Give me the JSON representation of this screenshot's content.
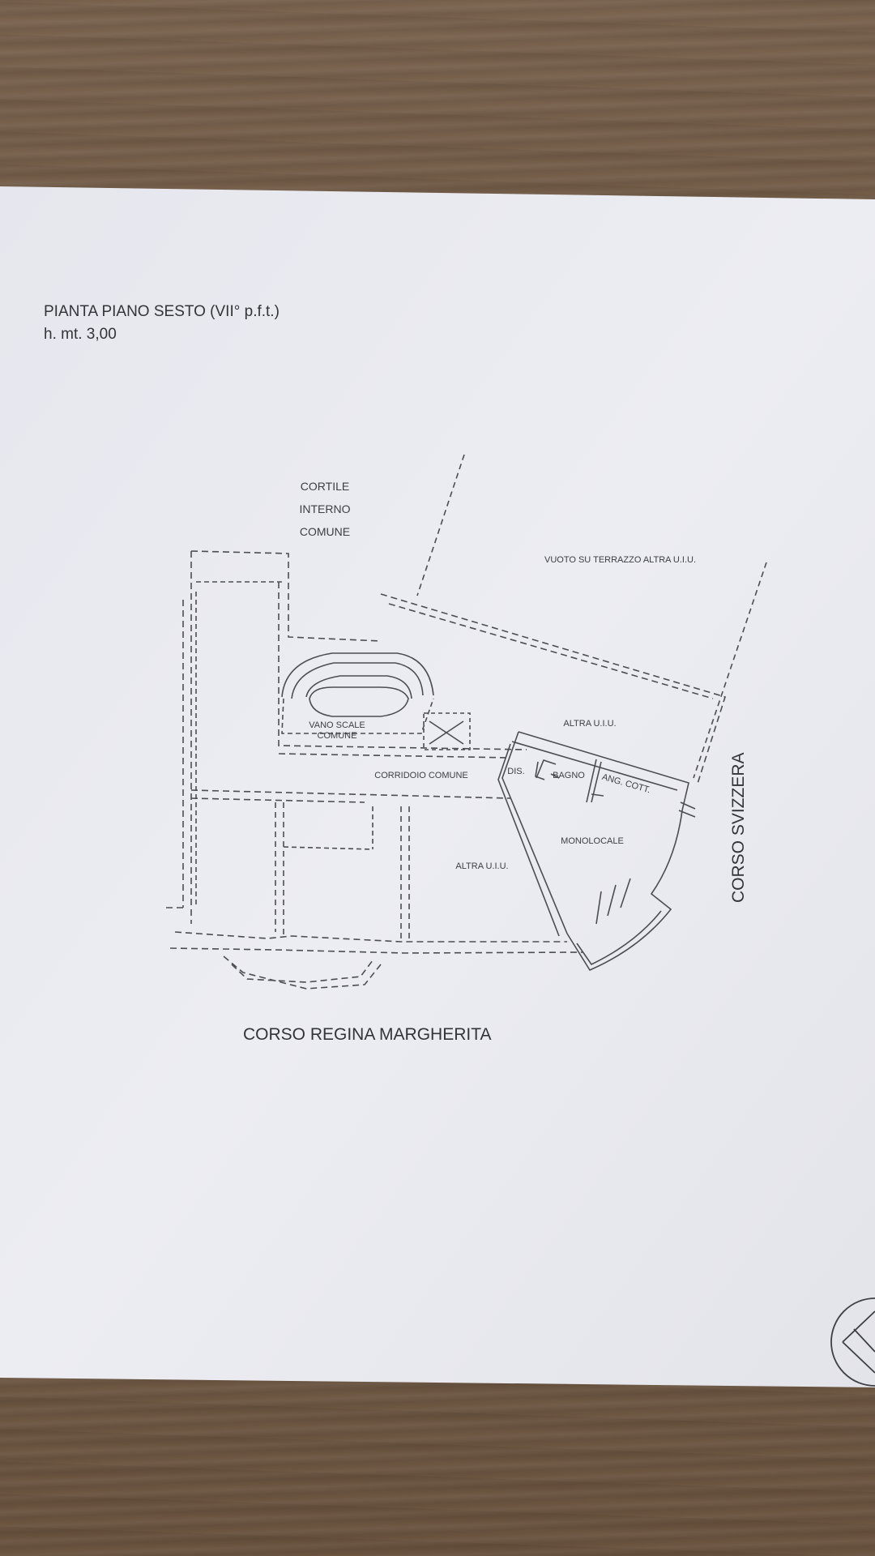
{
  "plan": {
    "title": "PIANTA PIANO SESTO (VII° p.f.t.)",
    "height": "h. mt. 3,00",
    "courtyard": [
      "CORTILE",
      "INTERNO",
      "COMUNE"
    ],
    "terrace": "VUOTO SU TERRAZZO ALTRA U.I.U.",
    "stairs": [
      "VANO SCALE",
      "COMUNE"
    ],
    "corridor": "CORRIDOIO COMUNE",
    "rooms": {
      "altra_uiu_top": "ALTRA U.I.U.",
      "altra_uiu_left": "ALTRA U.I.U.",
      "dis": "DIS.",
      "bagno": "BAGNO",
      "ang_cott": "ANG. COTT.",
      "monolocale": "MONOLOCALE"
    },
    "streets": {
      "south": "CORSO REGINA MARGHERITA",
      "east": "CORSO SVIZZERA"
    }
  },
  "colors": {
    "paper": "#e9eaf0",
    "ink": "#4a4a52",
    "wood": "#6e5a48"
  }
}
